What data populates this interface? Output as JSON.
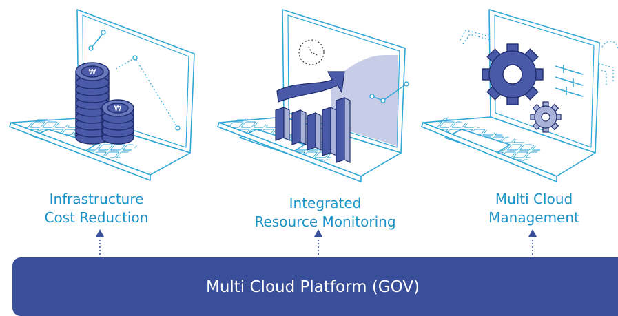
{
  "pillars": [
    {
      "line1": "Infrastructure",
      "line2": "Cost Reduction",
      "icon": "coins-laptop-icon"
    },
    {
      "line1": "Integrated",
      "line2": "Resource Monitoring",
      "icon": "monitoring-laptop-icon"
    },
    {
      "line1": "Multi Cloud",
      "line2": "Management",
      "icon": "gears-laptop-icon"
    }
  ],
  "platform": {
    "label": "Multi Cloud Platform (GOV)"
  },
  "colors": {
    "outline": "#2fa6d6",
    "caption": "#1a93c9",
    "platform": "#3a4f9a",
    "icon_fill": "#4b5aa8",
    "icon_light": "#a9b2d8",
    "connector": "#3a4f9a"
  }
}
